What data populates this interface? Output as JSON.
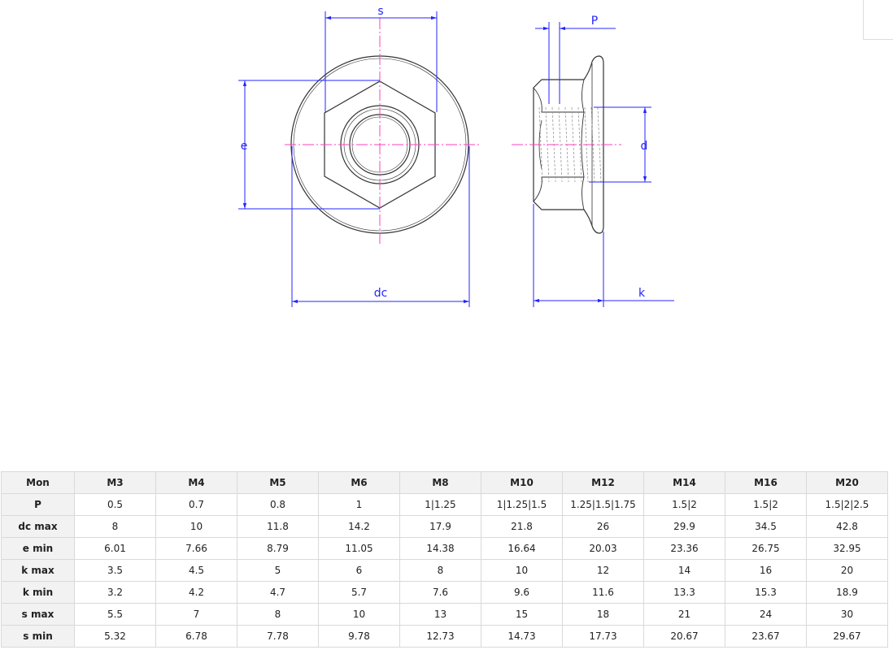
{
  "drawing": {
    "labels": {
      "s": "s",
      "e": "e",
      "dc": "dc",
      "P": "P",
      "d": "d",
      "k": "k"
    },
    "colors": {
      "dimension": "#2424ff",
      "centerline": "#ff40c0",
      "outline": "#333333"
    }
  },
  "table": {
    "headers": [
      "Mon",
      "M3",
      "M4",
      "M5",
      "M6",
      "M8",
      "M10",
      "M12",
      "M14",
      "M16",
      "M20"
    ],
    "rows": [
      [
        "P",
        "0.5",
        "0.7",
        "0.8",
        "1",
        "1|1.25",
        "1|1.25|1.5",
        "1.25|1.5|1.75",
        "1.5|2",
        "1.5|2",
        "1.5|2|2.5"
      ],
      [
        "dc max",
        "8",
        "10",
        "11.8",
        "14.2",
        "17.9",
        "21.8",
        "26",
        "29.9",
        "34.5",
        "42.8"
      ],
      [
        "e min",
        "6.01",
        "7.66",
        "8.79",
        "11.05",
        "14.38",
        "16.64",
        "20.03",
        "23.36",
        "26.75",
        "32.95"
      ],
      [
        "k max",
        "3.5",
        "4.5",
        "5",
        "6",
        "8",
        "10",
        "12",
        "14",
        "16",
        "20"
      ],
      [
        "k min",
        "3.2",
        "4.2",
        "4.7",
        "5.7",
        "7.6",
        "9.6",
        "11.6",
        "13.3",
        "15.3",
        "18.9"
      ],
      [
        "s max",
        "5.5",
        "7",
        "8",
        "10",
        "13",
        "15",
        "18",
        "21",
        "24",
        "30"
      ],
      [
        "s min",
        "5.32",
        "6.78",
        "7.78",
        "9.78",
        "12.73",
        "14.73",
        "17.73",
        "20.67",
        "23.67",
        "29.67"
      ]
    ]
  }
}
